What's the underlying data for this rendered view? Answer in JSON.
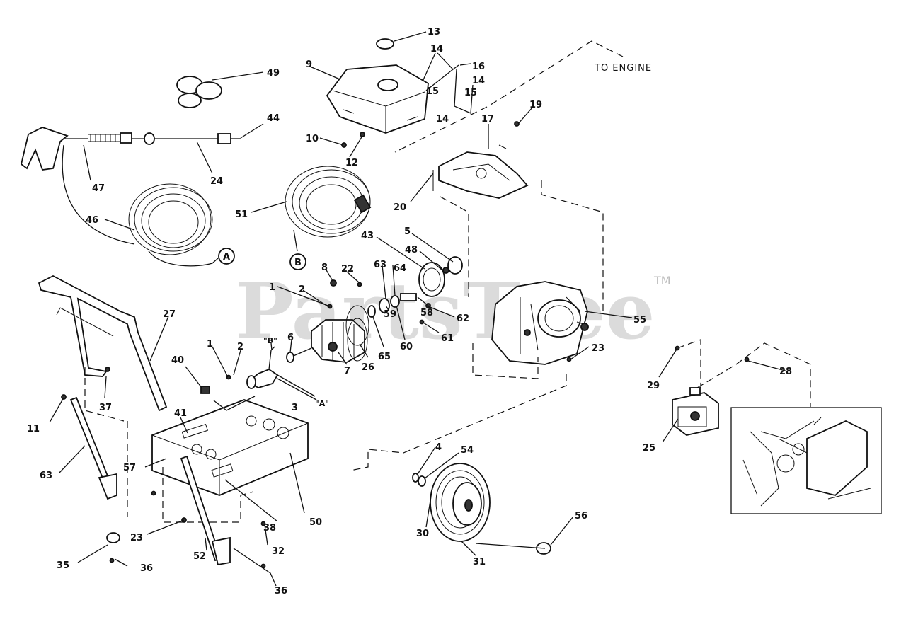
{
  "watermark": {
    "text": "PartsTree",
    "trademark": "TM"
  },
  "to_engine_label": "TO ENGINE",
  "callouts": {
    "c13": "13",
    "c14a": "14",
    "c14b": "14",
    "c14c": "14",
    "c15a": "15",
    "c15b": "15",
    "c16": "16",
    "c9": "9",
    "c10": "10",
    "c12": "12",
    "c49": "49",
    "c44": "44",
    "c47": "47",
    "c24": "24",
    "c17": "17",
    "c19": "19",
    "c20": "20",
    "c46": "46",
    "c51": "51",
    "c43": "43",
    "c5": "5",
    "c48": "48",
    "c8": "8",
    "c22": "22",
    "c63a": "63",
    "c64": "64",
    "c1a": "1",
    "c2a": "2",
    "c62": "62",
    "c55": "55",
    "c59": "59",
    "c58": "58",
    "c61": "61",
    "c27": "27",
    "c1b": "1",
    "c2b": "2",
    "cB2": "\"B\"",
    "c6": "6",
    "c65": "65",
    "c60": "60",
    "c26": "26",
    "c7": "7",
    "c23a": "23",
    "c40": "40",
    "c3": "3",
    "cA2": "\"A\"",
    "c29": "29",
    "c28": "28",
    "c37": "37",
    "c11": "11",
    "c41": "41",
    "c25": "25",
    "c63b": "63",
    "c57": "57",
    "c4": "4",
    "c54": "54",
    "c50": "50",
    "c38": "38",
    "c56": "56",
    "c23b": "23",
    "c30": "30",
    "c52": "52",
    "c32": "32",
    "c35": "35",
    "c36a": "36",
    "c31": "31",
    "c36b": "36"
  },
  "circle_labels": {
    "A": "A",
    "B": "B"
  }
}
